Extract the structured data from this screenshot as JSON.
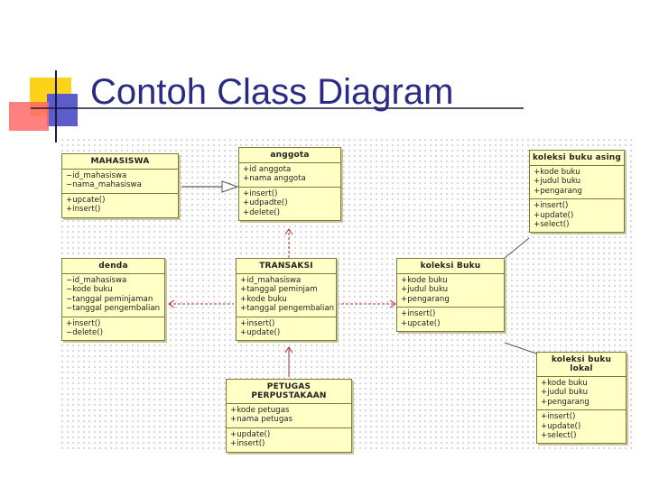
{
  "slide": {
    "title": "Contoh Class Diagram"
  },
  "classes": {
    "mahasiswa": {
      "name": "MAHASISWA",
      "attributes": [
        "−id_mahasiswa",
        "−nama_mahasiswa"
      ],
      "methods": [
        "+upcate()",
        "+insert()"
      ]
    },
    "anggota": {
      "name": "anggota",
      "attributes": [
        "+id anggota",
        "+nama anggota"
      ],
      "methods": [
        "+insert()",
        "+udpadte()",
        "+delete()"
      ]
    },
    "koleksi_buku_asing": {
      "name": "koleksi buku asing",
      "attributes": [
        "+kode buku",
        "+judul buku",
        "+pengarang"
      ],
      "methods": [
        "+insert()",
        "+update()",
        "+select()"
      ]
    },
    "denda": {
      "name": "denda",
      "attributes": [
        "−id_mahasiswa",
        "−kode buku",
        "−tanggal peminjaman",
        "−tanggal pengembalian"
      ],
      "methods": [
        "+insert()",
        "−delete()"
      ]
    },
    "transaksi": {
      "name": "TRANSAKSI",
      "attributes": [
        "+id_mahasiswa",
        "+tanggal peminjam",
        "+kode buku",
        "+tanggal pengembalian"
      ],
      "methods": [
        "+insert()",
        "+update()"
      ]
    },
    "koleksi_buku": {
      "name": "koleksi Buku",
      "attributes": [
        "+kode buku",
        "+judul buku",
        "+pengarang"
      ],
      "methods": [
        "+insert()",
        "+upcate()"
      ]
    },
    "koleksi_buku_lokal": {
      "name": "koleksi buku lokal",
      "attributes": [
        "+kode buku",
        "+judul buku",
        "+pengarang"
      ],
      "methods": [
        "+insert()",
        "+update()",
        "+select()"
      ]
    },
    "petugas": {
      "name": "PETUGAS PERPUSTAKAAN",
      "attributes": [
        "+kode petugas",
        "+nama petugas"
      ],
      "methods": [
        "+update()",
        "+insert()"
      ]
    }
  },
  "colors": {
    "title": "#2b2b86",
    "class_fill": "#ffffc6",
    "class_border": "#7a7a40",
    "connector": "#b03030",
    "deco_yellow": "#ffd21a",
    "deco_blue": "#5c5ccc",
    "deco_red": "#ff6a6a"
  }
}
